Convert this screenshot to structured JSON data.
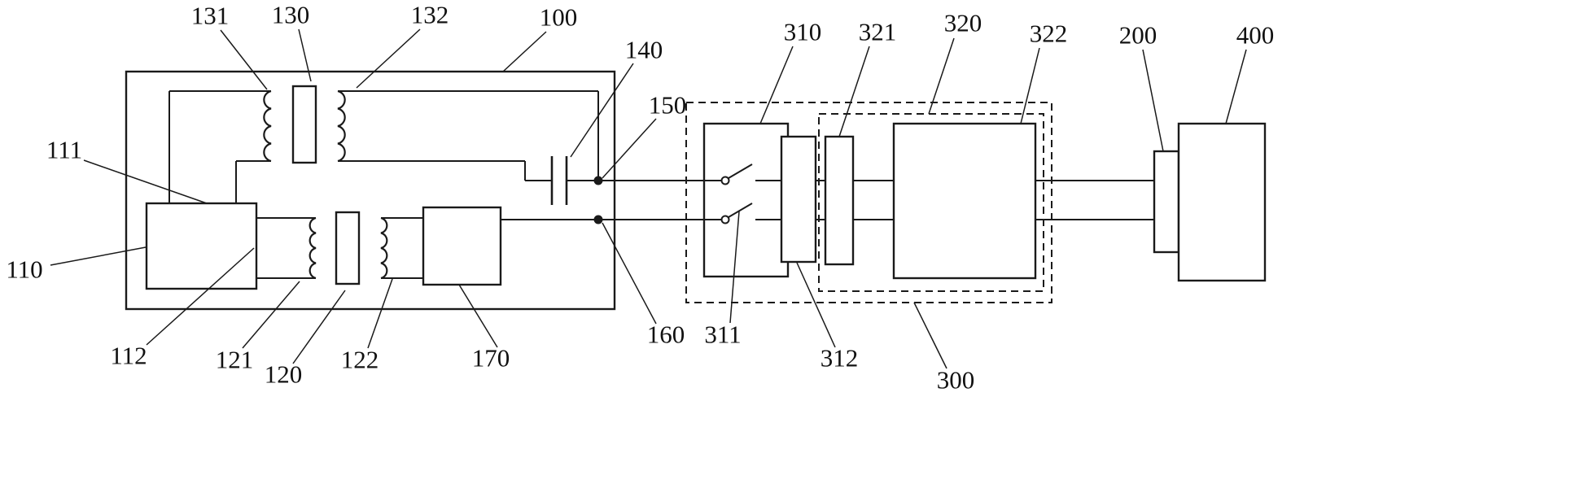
{
  "figure": {
    "kind": "patent-circuit-block-diagram",
    "background_color": "#ffffff",
    "line_color": "#1a1a1a"
  },
  "labels": {
    "n100": "100",
    "n110": "110",
    "n111": "111",
    "n112": "112",
    "n120": "120",
    "n121": "121",
    "n122": "122",
    "n130": "130",
    "n131": "131",
    "n132": "132",
    "n140": "140",
    "n150": "150",
    "n160": "160",
    "n170": "170",
    "n200": "200",
    "n300": "300",
    "n310": "310",
    "n311": "311",
    "n312": "312",
    "n320": "320",
    "n321": "321",
    "n322": "322",
    "n400": "400"
  }
}
